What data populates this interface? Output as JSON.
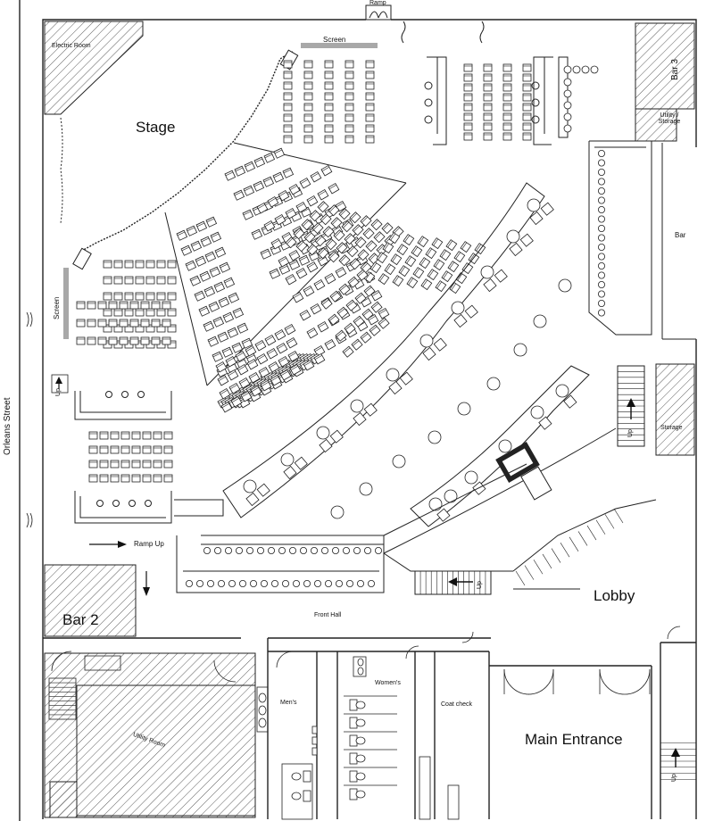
{
  "labels": {
    "stage": "Stage",
    "screen_top": "Screen",
    "screen_left": "Screen",
    "ramp": "Ramp",
    "electric_room": "Electric Room",
    "bar3": "Bar 3",
    "utility_storage": "Utility / Storage",
    "bar": "Bar",
    "storage": "Storage",
    "up_right": "Up",
    "up_stairs": "Up",
    "up_left": "Up",
    "ramp_up": "Ramp Up",
    "lobby": "Lobby",
    "front_hall": "Front Hall",
    "bar2": "Bar 2",
    "orleans_street": "Orleans Street",
    "mens": "Men's",
    "womens": "Women's",
    "coat_check": "Coat check",
    "utility_room": "Utility Room",
    "main_entrance": "Main Entrance",
    "up_entrance": "Up"
  }
}
